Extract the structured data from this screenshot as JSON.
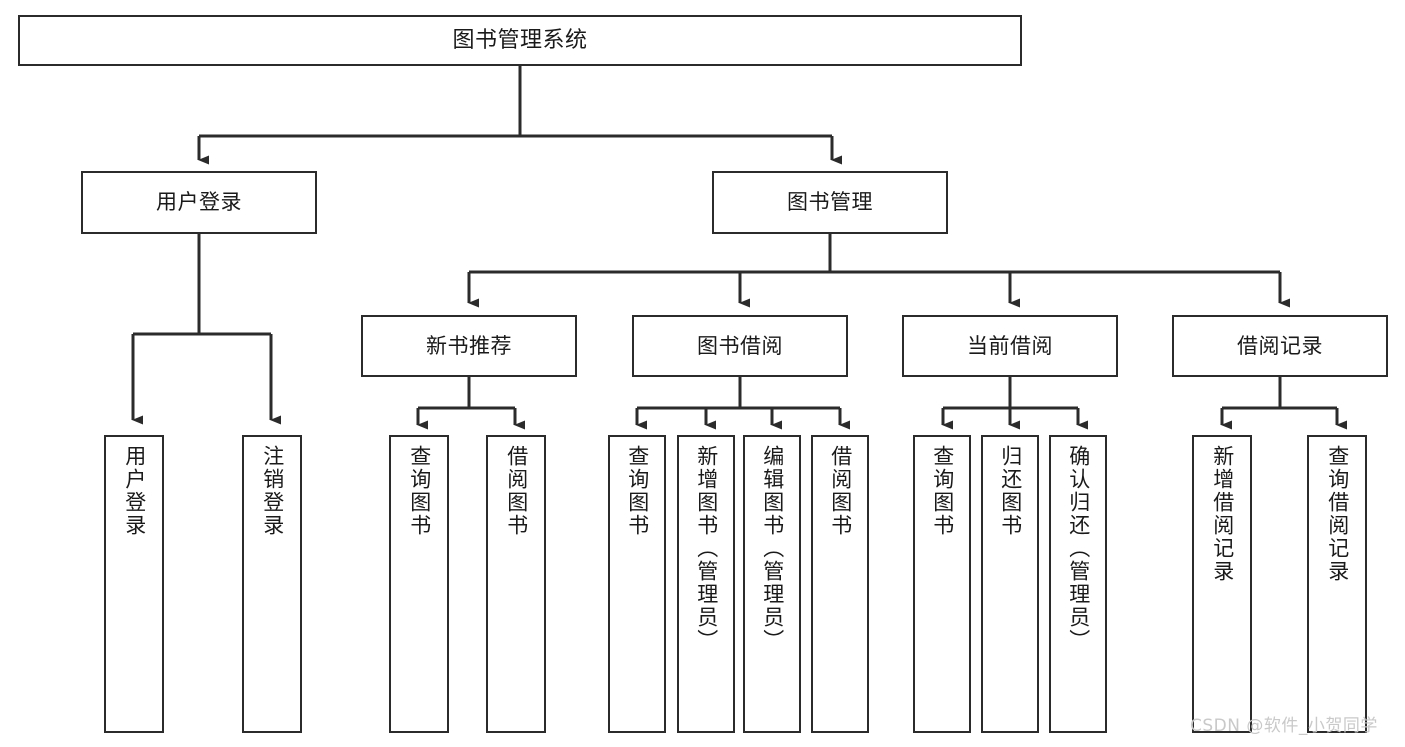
{
  "diagram": {
    "type": "tree",
    "title": "图书管理系统",
    "orientation": "top-down",
    "colors": {
      "background": "#ffffff",
      "node_fill": "#ffffff",
      "node_border": "#2b2b2b",
      "edge": "#2b2b2b",
      "text": "#1a1a1a",
      "watermark": "#c9c9c9"
    }
  },
  "nodes": {
    "root": {
      "label": "图书管理系统"
    },
    "level2": [
      {
        "label": "用户登录"
      },
      {
        "label": "图书管理"
      }
    ],
    "level3": [
      {
        "label": "新书推荐"
      },
      {
        "label": "图书借阅"
      },
      {
        "label": "当前借阅"
      },
      {
        "label": "借阅记录"
      }
    ],
    "leaves_user_login": [
      {
        "label": "用户登录"
      },
      {
        "label": "注销登录"
      }
    ],
    "leaves_new_book": [
      {
        "label": "查询图书"
      },
      {
        "label": "借阅图书"
      }
    ],
    "leaves_borrow": [
      {
        "label": "查询图书"
      },
      {
        "label": "新增图书（管理员）"
      },
      {
        "label": "编辑图书（管理员）"
      },
      {
        "label": "借阅图书"
      }
    ],
    "leaves_current": [
      {
        "label": "查询图书"
      },
      {
        "label": "归还图书"
      },
      {
        "label": "确认归还（管理员）"
      }
    ],
    "leaves_record": [
      {
        "label": "新增借阅记录"
      },
      {
        "label": "查询借阅记录"
      }
    ]
  },
  "watermark": {
    "text": "CSDN @软件_小贺同学"
  }
}
